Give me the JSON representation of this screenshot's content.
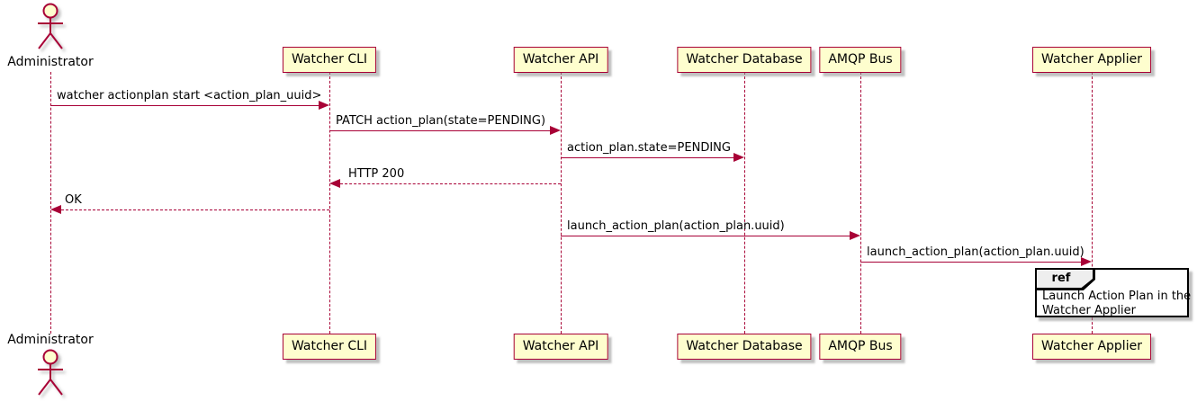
{
  "colors": {
    "accent": "#A80036",
    "participant_fill": "#FEFECE",
    "ref_header_fill": "#EEEEEE",
    "text": "#000000"
  },
  "actor": {
    "name": "Administrator"
  },
  "participants": [
    {
      "label": "Watcher CLI"
    },
    {
      "label": "Watcher API"
    },
    {
      "label": "Watcher Database"
    },
    {
      "label": "AMQP Bus"
    },
    {
      "label": "Watcher Applier"
    }
  ],
  "messages": [
    {
      "from": "Administrator",
      "to": "Watcher CLI",
      "label": "watcher actionplan start <action_plan_uuid>",
      "style": "solid"
    },
    {
      "from": "Watcher CLI",
      "to": "Watcher API",
      "label": "PATCH action_plan(state=PENDING)",
      "style": "solid"
    },
    {
      "from": "Watcher API",
      "to": "Watcher Database",
      "label": "action_plan.state=PENDING",
      "style": "solid"
    },
    {
      "from": "Watcher API",
      "to": "Watcher CLI",
      "label": "HTTP 200",
      "style": "dashed"
    },
    {
      "from": "Watcher CLI",
      "to": "Administrator",
      "label": "OK",
      "style": "dashed"
    },
    {
      "from": "Watcher API",
      "to": "AMQP Bus",
      "label": "launch_action_plan(action_plan.uuid)",
      "style": "solid"
    },
    {
      "from": "AMQP Bus",
      "to": "Watcher Applier",
      "label": "launch_action_plan(action_plan.uuid)",
      "style": "solid"
    }
  ],
  "ref": {
    "keyword": "ref",
    "over": "Watcher Applier",
    "lines": [
      "Launch Action Plan in the",
      "Watcher Applier"
    ]
  }
}
